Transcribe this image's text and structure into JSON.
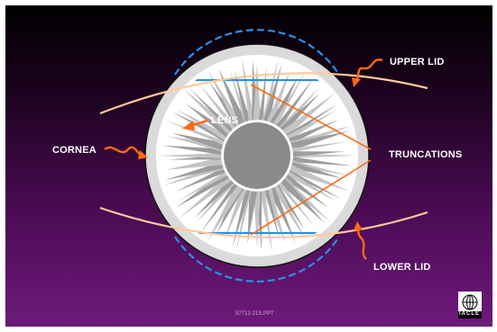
{
  "labels": {
    "upper_lid": "UPPER LID",
    "lens": "LENS",
    "cornea": "CORNEA",
    "truncations": "TRUNCATIONS",
    "lower_lid": "LOWER LID"
  },
  "footer": "97712-21S.PPT",
  "logo": {
    "text": "IACLE",
    "icon": "globe-icon"
  },
  "colors": {
    "arrow": "#ff6a13",
    "lens_outline": "#2b8fe8",
    "lid_line": "#ffc99a",
    "iris": "#a7a7a7",
    "pupil": "#8a8a8a"
  }
}
